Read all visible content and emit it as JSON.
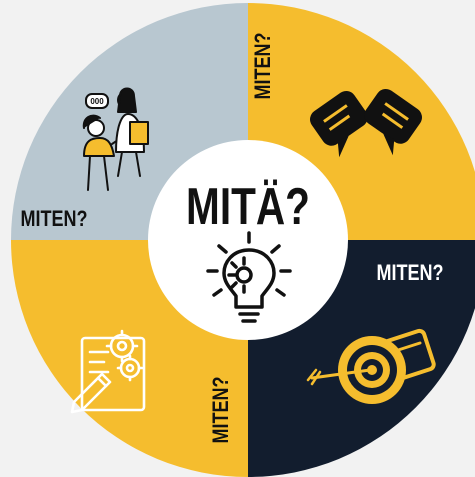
{
  "center": {
    "title": "MITÄ?",
    "icon": "lightbulb-gear-icon"
  },
  "quadrants": [
    {
      "position": "top-right",
      "label": "MITEN?",
      "icon": "speech-bubbles-icon",
      "color": "#f5bd2e"
    },
    {
      "position": "bottom-right",
      "label": "MITEN?",
      "icon": "target-arrow-icon",
      "color": "#121d2e"
    },
    {
      "position": "bottom-left",
      "label": "MITEN?",
      "icon": "gears-document-pencil-icon",
      "color": "#f5bd2e"
    },
    {
      "position": "top-left",
      "label": "MITEN?",
      "icon": "people-discussion-icon",
      "color": "#b8c7d0"
    }
  ],
  "colors": {
    "background": "#f2f2f2",
    "yellow": "#f5bd2e",
    "navy": "#121d2e",
    "gray_blue": "#b8c7d0",
    "center": "#ffffff",
    "text": "#111111"
  }
}
